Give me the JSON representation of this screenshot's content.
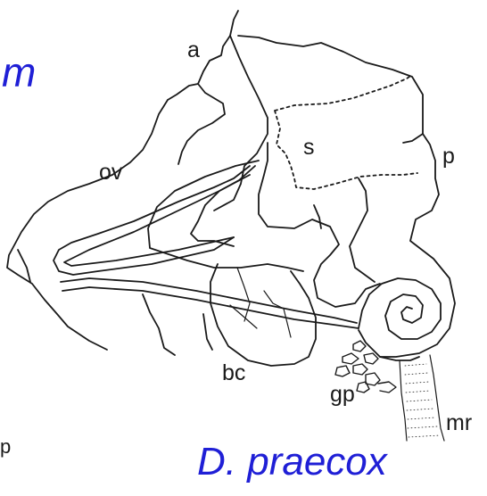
{
  "figure": {
    "species": "D. praecox",
    "cropped_title_fragment": "m",
    "cropped_left_fragment": "p",
    "labels": {
      "a": "a",
      "p": "p",
      "s": "s",
      "ov": "ov",
      "bc": "bc",
      "gp": "gp",
      "mr": "mr"
    },
    "colors": {
      "accent": "#1f1fd6",
      "line": "#1a1a1a",
      "background": "#ffffff"
    }
  }
}
